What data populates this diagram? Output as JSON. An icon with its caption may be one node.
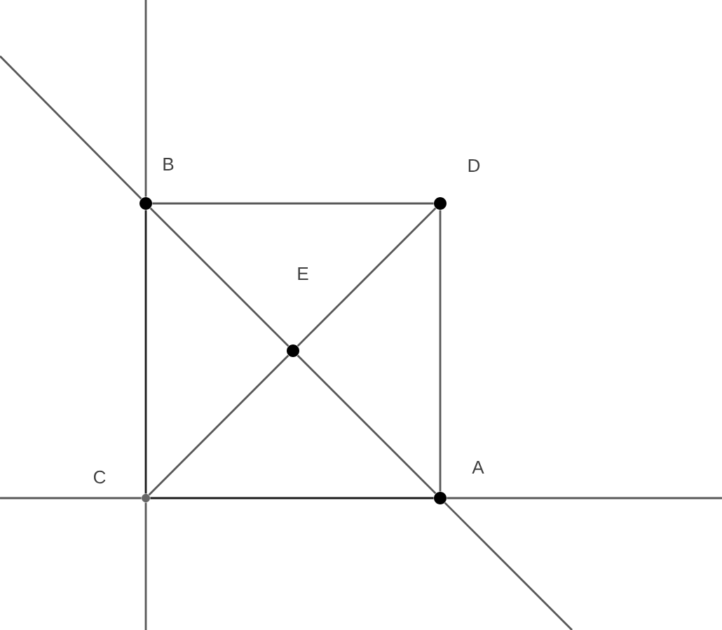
{
  "diagram": {
    "nodes": [
      {
        "text": [
          "B"
        ]
      },
      {
        "text": [
          "D"
        ]
      },
      {
        "text": [
          "E"
        ]
      },
      {
        "text": [
          "C"
        ]
      },
      {
        "text": [
          "A"
        ]
      }
    ],
    "edges": [
      {
        "from": 0,
        "to": 1,
        "arrow": "none"
      },
      {
        "from": 1,
        "to": 4,
        "arrow": "none"
      },
      {
        "from": 3,
        "to": 4,
        "arrow": "none",
        "color": "#1a1a1a"
      },
      {
        "from": 3,
        "to": 0,
        "arrow": "none",
        "color": "#1a1a1a"
      },
      {
        "from": 3,
        "to": 2,
        "arrow": "none"
      },
      {
        "from": 2,
        "to": 1,
        "arrow": "none"
      },
      {
        "from": 0,
        "to": 2,
        "arrow": "none"
      },
      {
        "from": 2,
        "to": 4,
        "arrow": "none"
      },
      {
        "from": null,
        "to": 0,
        "arrow": "none"
      },
      {
        "from": 3,
        "to": null,
        "arrow": "none"
      },
      {
        "from": null,
        "to": 3,
        "arrow": "none"
      },
      {
        "from": 4,
        "to": null,
        "arrow": "none"
      },
      {
        "from": null,
        "to": 0,
        "arrow": "none"
      },
      {
        "from": 4,
        "to": null,
        "arrow": "none"
      }
    ]
  }
}
